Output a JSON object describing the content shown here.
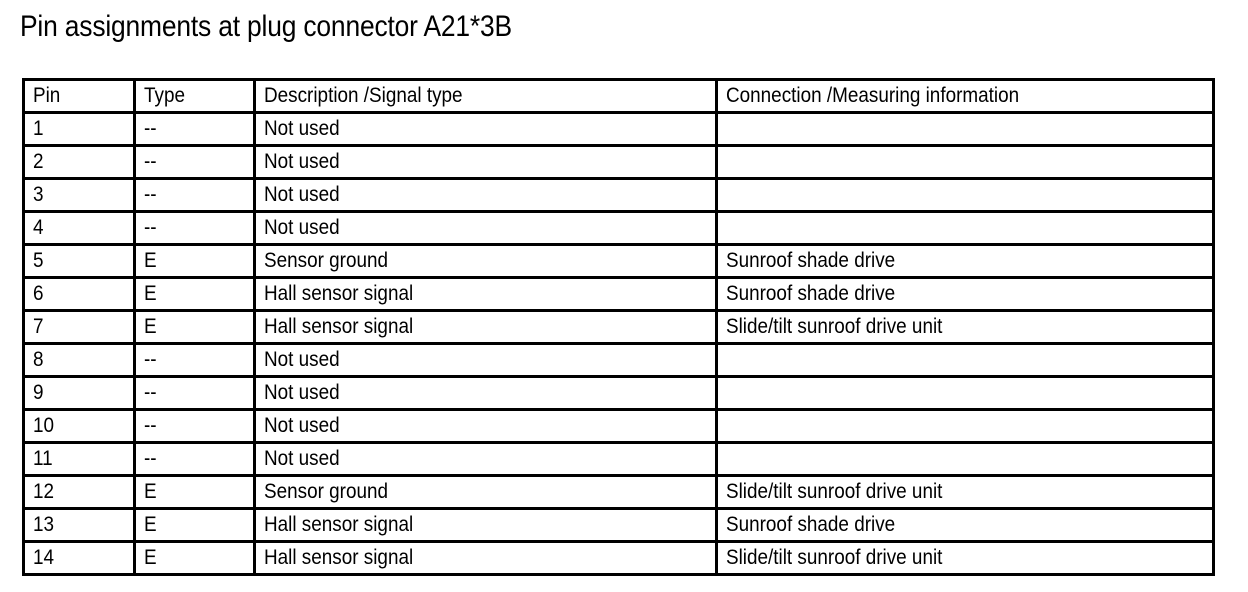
{
  "document": {
    "title": "Pin assignments at plug connector A21*3B",
    "background_color": "#ffffff",
    "text_color": "#000000",
    "border_color": "#000000"
  },
  "table": {
    "name": "pin-assignment-table",
    "columns": [
      {
        "key": "pin",
        "header": "Pin"
      },
      {
        "key": "type",
        "header": "Type"
      },
      {
        "key": "desc",
        "header": "Description /Signal type"
      },
      {
        "key": "conn",
        "header": "Connection /Measuring information"
      }
    ],
    "rows": [
      {
        "pin": "1",
        "type": "--",
        "desc": "Not used",
        "conn": ""
      },
      {
        "pin": "2",
        "type": "--",
        "desc": "Not used",
        "conn": ""
      },
      {
        "pin": "3",
        "type": "--",
        "desc": "Not used",
        "conn": ""
      },
      {
        "pin": "4",
        "type": "--",
        "desc": "Not used",
        "conn": ""
      },
      {
        "pin": "5",
        "type": "E",
        "desc": "Sensor ground",
        "conn": "Sunroof shade drive"
      },
      {
        "pin": "6",
        "type": "E",
        "desc": "Hall sensor signal",
        "conn": "Sunroof shade drive"
      },
      {
        "pin": "7",
        "type": "E",
        "desc": "Hall sensor signal",
        "conn": "Slide/tilt sunroof drive unit"
      },
      {
        "pin": "8",
        "type": "--",
        "desc": "Not used",
        "conn": ""
      },
      {
        "pin": "9",
        "type": "--",
        "desc": "Not used",
        "conn": ""
      },
      {
        "pin": "10",
        "type": "--",
        "desc": "Not used",
        "conn": ""
      },
      {
        "pin": "11",
        "type": "--",
        "desc": "Not used",
        "conn": ""
      },
      {
        "pin": "12",
        "type": "E",
        "desc": "Sensor ground",
        "conn": "Slide/tilt sunroof drive unit"
      },
      {
        "pin": "13",
        "type": "E",
        "desc": "Hall sensor signal",
        "conn": "Sunroof shade drive"
      },
      {
        "pin": "14",
        "type": "E",
        "desc": "Hall sensor signal",
        "conn": "Slide/tilt sunroof drive unit"
      }
    ]
  }
}
